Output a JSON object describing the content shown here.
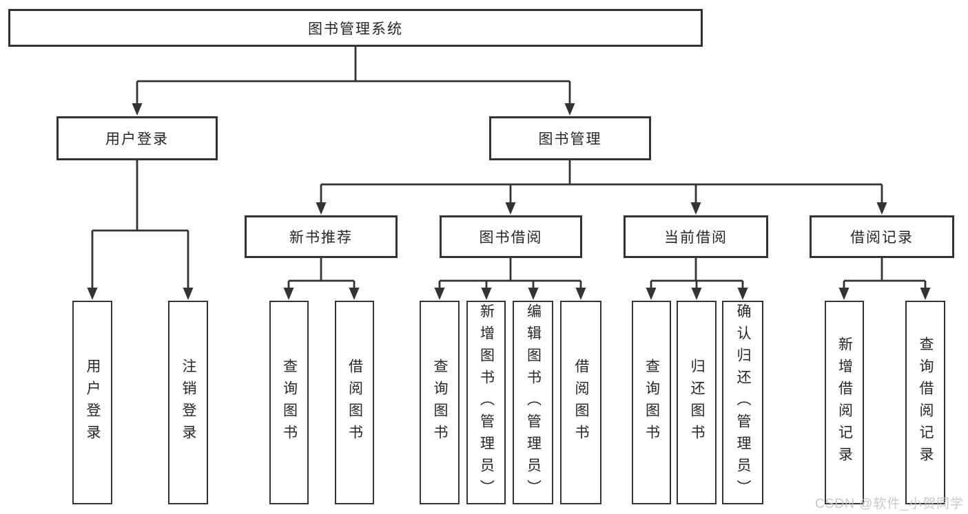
{
  "diagram_title": "图书管理系统",
  "colors": {
    "line": "#333333",
    "box_background": "#ffffff",
    "text": "#262626",
    "watermark": "#c3c3c3"
  },
  "nodes": {
    "root": {
      "label": "图书管理系统"
    },
    "user_login": {
      "label": "用户登录"
    },
    "book_management": {
      "label": "图书管理"
    },
    "new_book_recommend": {
      "label": "新书推荐"
    },
    "book_borrow": {
      "label": "图书借阅"
    },
    "current_borrow": {
      "label": "当前借阅"
    },
    "borrow_records": {
      "label": "借阅记录"
    },
    "leaves": [
      {
        "label": "用户登录",
        "parent": "用户登录"
      },
      {
        "label": "注销登录",
        "parent": "用户登录"
      },
      {
        "label": "查询图书",
        "parent": "新书推荐"
      },
      {
        "label": "借阅图书",
        "parent": "新书推荐"
      },
      {
        "label": "查询图书",
        "parent": "图书借阅"
      },
      {
        "label": "新增图书（管理员）",
        "parent": "图书借阅"
      },
      {
        "label": "编辑图书（管理员）",
        "parent": "图书借阅"
      },
      {
        "label": "借阅图书",
        "parent": "图书借阅"
      },
      {
        "label": "查询图书",
        "parent": "当前借阅"
      },
      {
        "label": "归还图书",
        "parent": "当前借阅"
      },
      {
        "label": "确认归还（管理员）",
        "parent": "当前借阅"
      },
      {
        "label": "新增借阅记录",
        "parent": "借阅记录"
      },
      {
        "label": "查询借阅记录",
        "parent": "借阅记录"
      }
    ]
  },
  "watermark": {
    "text": "CSDN @软件_小贺同学"
  }
}
